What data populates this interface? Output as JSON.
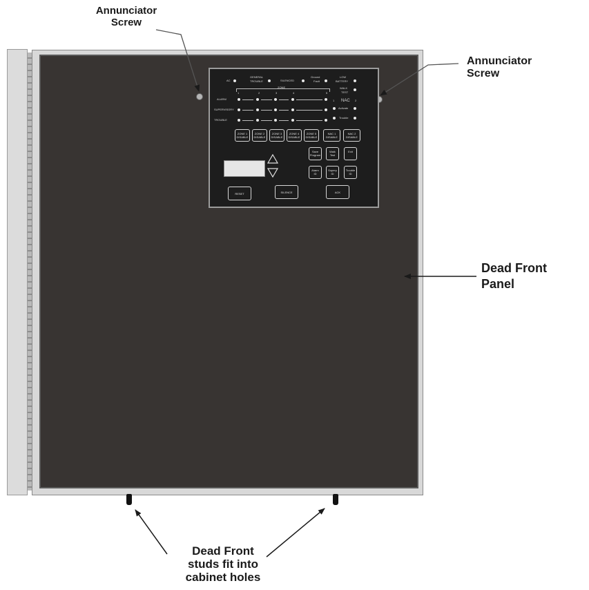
{
  "callouts": {
    "screw_left": [
      "Annunciator",
      "Screw"
    ],
    "screw_right": [
      "Annunciator",
      "Screw"
    ],
    "dead_front": [
      "Dead Front",
      "Panel"
    ],
    "studs": [
      "Dead Front",
      "studs fit into",
      "cabinet holes"
    ]
  },
  "annunciator": {
    "top_indicators": {
      "ac": "AC",
      "general_trouble": [
        "GENERAL",
        "TROUBLE"
      ],
      "silenced": "SILENCED",
      "ground_fault": [
        "Ground",
        "Fault"
      ],
      "low_battery": [
        "LOW",
        "BATTERY"
      ]
    },
    "zone_header": "ZONE",
    "zone_numbers": [
      "1",
      "2",
      "3",
      "4",
      "5"
    ],
    "row_labels": [
      "ALARM",
      "SUPERVISORY",
      "TROUBLE"
    ],
    "walk_test": [
      "WALK",
      "TEST"
    ],
    "nac_header": "NAC",
    "nac_numbers": [
      "1",
      "2"
    ],
    "nac_row_labels": [
      "Activate",
      "Trouble"
    ],
    "disable_buttons": [
      [
        "ZONE 1",
        "DISABLE"
      ],
      [
        "ZONE 2",
        "DISABLE"
      ],
      [
        "ZONE 3",
        "DISABLE"
      ],
      [
        "ZONE 4",
        "DISABLE"
      ],
      [
        "ZONE 5",
        "DISABLE"
      ],
      [
        "NAC 1",
        "DISABLE"
      ],
      [
        "NAC 2",
        "DISABLE"
      ]
    ],
    "function_buttons": [
      [
        "Save",
        "Program"
      ],
      [
        "Walk",
        "Test"
      ],
      [
        "Exit",
        ""
      ],
      [
        "Alarm",
        "ID"
      ],
      [
        "Supery",
        "ID"
      ],
      [
        "Trouble",
        "ID"
      ]
    ],
    "bottom_buttons": [
      "RESET",
      "SILENCE",
      "ACK"
    ]
  }
}
